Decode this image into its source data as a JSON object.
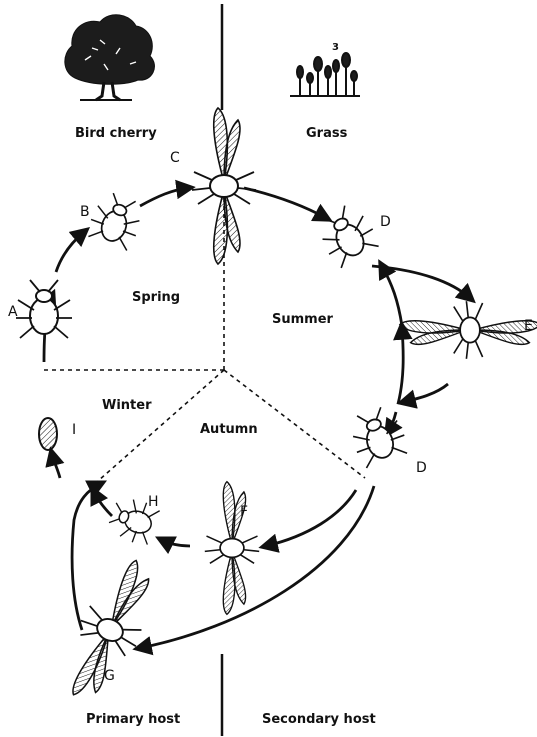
{
  "hosts": {
    "top_left": "Bird cherry",
    "top_right": "Grass",
    "bottom_left": "Primary host",
    "bottom_right": "Secondary host"
  },
  "seasons": {
    "spring": "Spring",
    "summer": "Summer",
    "autumn": "Autumn",
    "winter": "Winter"
  },
  "stages": [
    "A",
    "B",
    "C",
    "D",
    "E",
    "D",
    "F",
    "H",
    "G",
    "I"
  ],
  "grass_mark": "3",
  "colors": {
    "ink": "#111111",
    "background": "#ffffff"
  }
}
